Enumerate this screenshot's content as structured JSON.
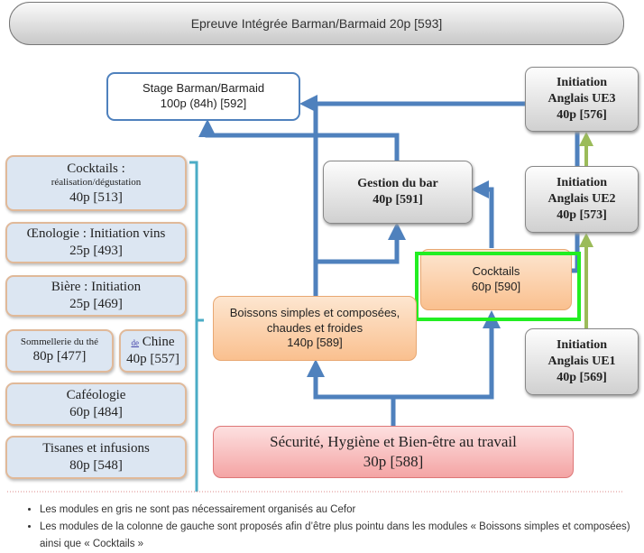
{
  "title": "Epreuve Intégrée Barman/Barmaid 20p [593]",
  "stage": {
    "line1": "Stage Barman/Barmaid",
    "line2": "100p (84h) [592]"
  },
  "gestion": {
    "line1": "Gestion du bar",
    "line2": "40p [591]"
  },
  "cocktails": {
    "line1": "Cocktails",
    "line2": "60p [590]"
  },
  "boissons": {
    "line1": "Boissons simples et composées,",
    "line2": "chaudes et froides",
    "line3": "140p [589]"
  },
  "securite": {
    "line1": "Sécurité, Hygiène et Bien-être au travail",
    "line2": "30p [588]"
  },
  "anglais": [
    {
      "line1": "Initiation",
      "line2": "Anglais UE3",
      "line3": "40p [576]"
    },
    {
      "line1": "Initiation",
      "line2": "Anglais UE2",
      "line3": "40p [573]"
    },
    {
      "line1": "Initiation",
      "line2": "Anglais UE1",
      "line3": "40p [569]"
    }
  ],
  "left": [
    {
      "line1": "Cocktails :",
      "line1b": "réalisation/dégustation",
      "line2": "40p [513]"
    },
    {
      "line1": "Œnologie : Initiation vins",
      "line2": "25p [493]"
    },
    {
      "line1": "Bière : Initiation",
      "line2": "25p [469]"
    },
    {
      "line1": "Sommellerie du thé",
      "line2": "80p [477]"
    },
    {
      "line1a": "de",
      "line1": "Chine",
      "line2": "40p [557]"
    },
    {
      "line1": "Caféologie",
      "line2": "60p [484]"
    },
    {
      "line1": "Tisanes et infusions",
      "line2": "80p [548]"
    }
  ],
  "notes": [
    "Les modules en gris ne sont pas nécessairement organisés au Cefor",
    "Les modules de la colonne de gauche sont proposés afin d’être plus pointu dans les modules « Boissons simples et composées) ainsi que « Cocktails »"
  ],
  "colors": {
    "arrow": "#4f81bd",
    "green_arrow": "#9bbb59",
    "highlight": "#22ee22"
  }
}
